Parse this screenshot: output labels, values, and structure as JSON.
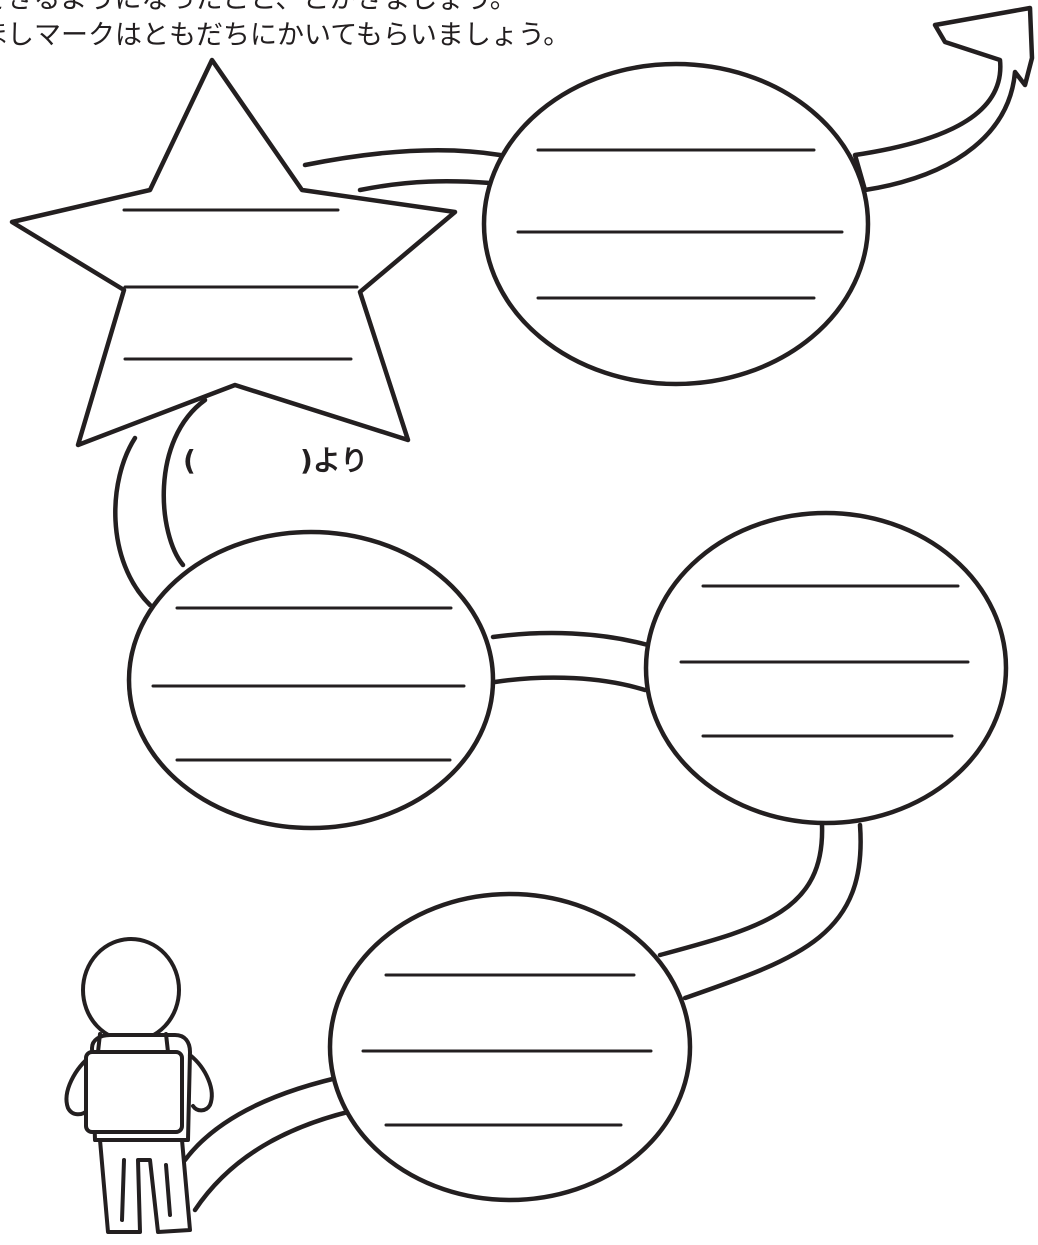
{
  "instructions": {
    "line1": "できるようになったこと、とかきましょう。",
    "line2": "ほしマークはともだちにかいてもらいましょう。"
  },
  "star_label": {
    "open": "(",
    "close": ")より"
  }
}
